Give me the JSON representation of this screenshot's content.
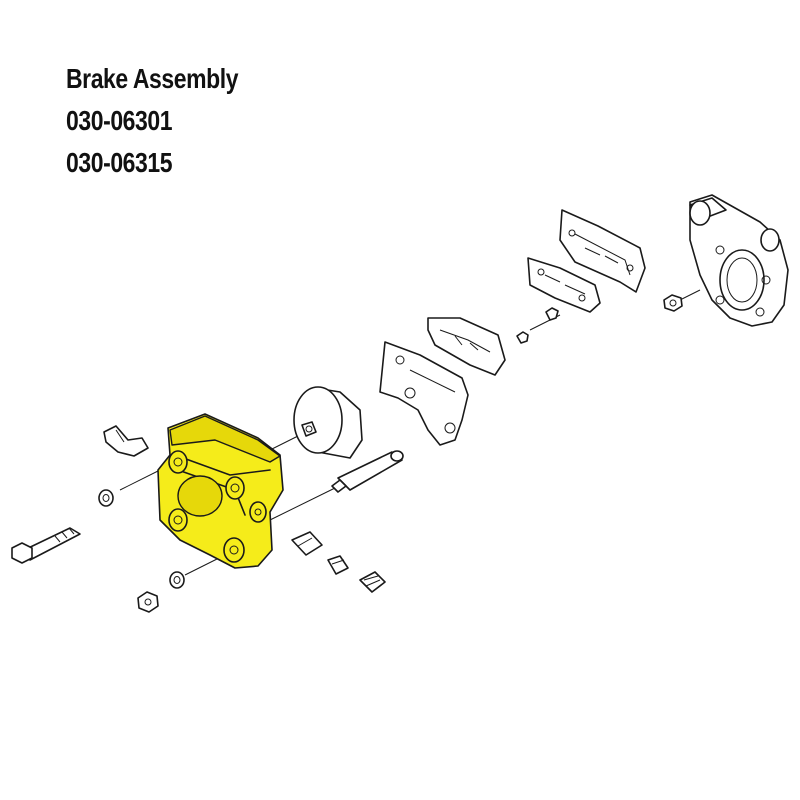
{
  "title": {
    "line1": "Brake Assembly",
    "line2": "030-06301",
    "line3": "030-06315"
  },
  "colors": {
    "highlight": "#f5ec1a",
    "line": "#1a1a1a",
    "background": "#ffffff"
  },
  "highlighted_part": "caliper-body"
}
